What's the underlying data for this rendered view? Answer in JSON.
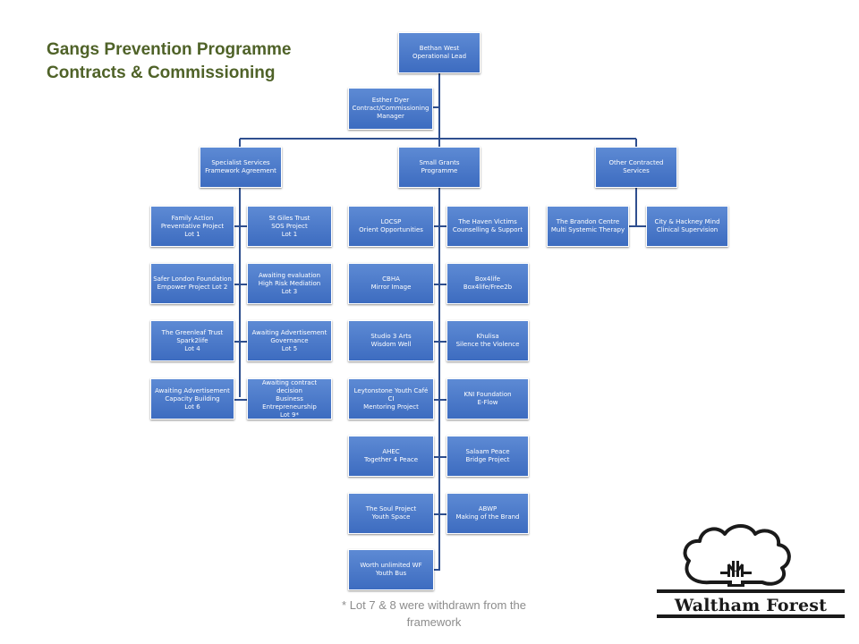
{
  "title": {
    "line1": "Gangs Prevention Programme",
    "line2": "Contracts & Commissioning"
  },
  "org": {
    "lead": {
      "line1": "Bethan West",
      "line2": "Operational Lead"
    },
    "manager": {
      "line1": "Esther Dyer",
      "line2": "Contract/Commissioning Manager"
    },
    "specialist": {
      "label": "Specialist Services Framework Agreement",
      "left": [
        {
          "line1": "Family Action Preventative Project",
          "line2": "Lot 1"
        },
        {
          "line1": "Safer London Foundation",
          "line2": "Empower Project Lot 2"
        },
        {
          "line1": "The Greenleaf Trust Spark2life",
          "line2": "Lot 4"
        },
        {
          "line1": "Awaiting Advertisement Capacity Building",
          "line2": "Lot 6"
        }
      ],
      "right": [
        {
          "line1": "St Giles Trust",
          "line2": "SOS Project",
          "line3": "Lot 1"
        },
        {
          "line1": "Awaiting evaluation",
          "line2": "High Risk Mediation",
          "line3": "Lot 3"
        },
        {
          "line1": "Awaiting Advertisement Governance",
          "line2": "Lot 5"
        },
        {
          "line1": "Awaiting contract decision",
          "line2": "Business Entrepreneurship",
          "line3": "Lot 9*"
        }
      ]
    },
    "small_grants": {
      "label": "Small Grants Programme",
      "left": [
        {
          "line1": "LOCSP",
          "line2": "Orient Opportunities"
        },
        {
          "line1": "CBHA",
          "line2": "Mirror Image"
        },
        {
          "line1": "Studio 3 Arts",
          "line2": "Wisdom Well"
        },
        {
          "line1": "Leytonstone Youth Café CI",
          "line2": "Mentoring Project"
        },
        {
          "line1": "AHEC",
          "line2": "Together 4 Peace"
        },
        {
          "line1": "The Soul Project",
          "line2": "Youth Space"
        },
        {
          "line1": "Worth unlimited WF",
          "line2": "Youth Bus"
        }
      ],
      "right": [
        {
          "line1": "The Haven Victims Counselling & Support"
        },
        {
          "line1": "Box4life",
          "line2": "Box4life/Free2b"
        },
        {
          "line1": "Khulisa",
          "line2": "Silence the Violence"
        },
        {
          "line1": "KNI Foundation",
          "line2": "E-Flow"
        },
        {
          "line1": "Salaam Peace",
          "line2": "Bridge Project"
        },
        {
          "line1": "ABWP",
          "line2": "Making of the Brand"
        }
      ]
    },
    "other": {
      "label": "Other Contracted Services",
      "children": [
        {
          "line1": "The Brandon Centre",
          "line2": "Multi Systemic Therapy"
        },
        {
          "line1": "City & Hackney Mind",
          "line2": "Clinical Supervision"
        }
      ]
    }
  },
  "footnote": "* Lot 7 & 8 were withdrawn from the framework",
  "logo": {
    "text": "Waltham Forest"
  },
  "colors": {
    "box": "#4f81bd",
    "connector": "#2f4f8f",
    "title": "#4f6228"
  }
}
